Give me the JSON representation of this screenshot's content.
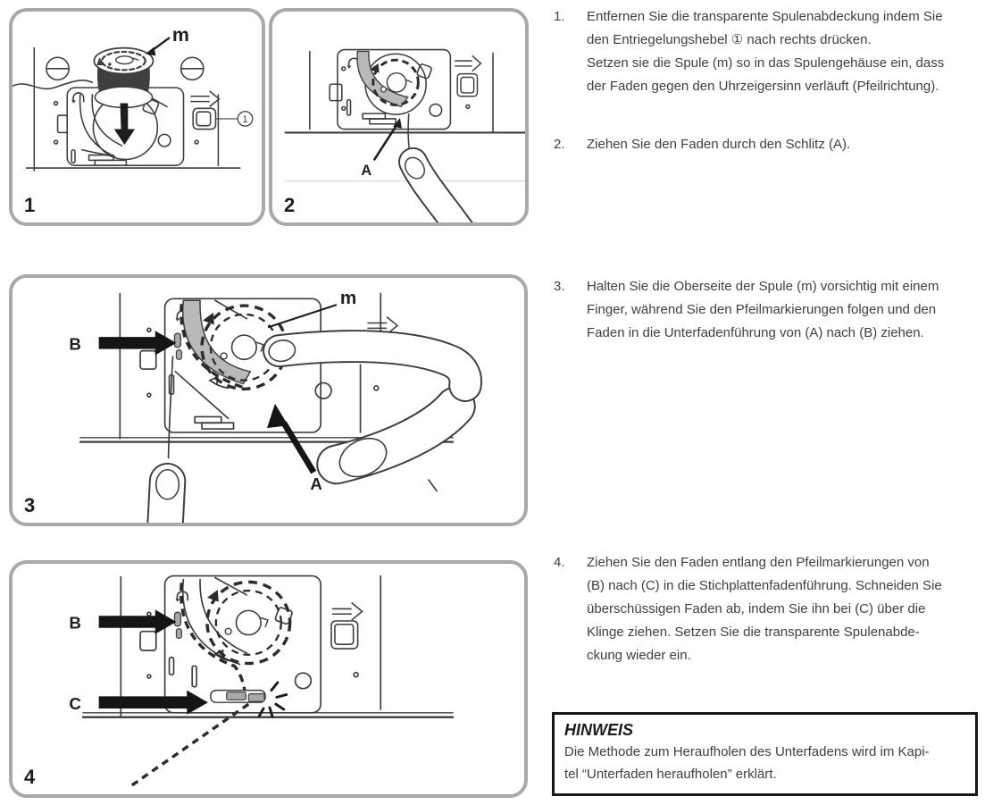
{
  "colors": {
    "panel_border": "#a9a9a9",
    "line_art": "#3d3d3d",
    "channel_gray": "#b9b9b9",
    "arrow_black": "#151515",
    "note_border": "#171717",
    "text": "#3f3f3f"
  },
  "panels": [
    {
      "number": "1",
      "labels": {
        "bobbin": "m",
        "release_lever": "1"
      }
    },
    {
      "number": "2",
      "labels": {
        "slit": "A"
      }
    },
    {
      "number": "3",
      "labels": {
        "bobbin": "m",
        "slit": "A",
        "guide": "B"
      }
    },
    {
      "number": "4",
      "labels": {
        "guide": "B",
        "cutter": "C"
      }
    }
  ],
  "steps": [
    {
      "num": "1.",
      "text": "Entfernen Sie die transparente Spulenabdeckung indem Sie\nden Entriegelungshebel ① nach rechts drücken.\nSetzen sie die Spule (m) so in das Spulengehäuse ein, dass\nder Faden gegen den Uhrzeigersinn verläuft (Pfeilrichtung)."
    },
    {
      "num": "2.",
      "text": "Ziehen Sie den Faden durch den Schlitz (A)."
    },
    {
      "num": "3.",
      "text": "Halten Sie die Oberseite der Spule (m) vorsichtig mit einem\nFinger, während Sie den Pfeilmarkierungen folgen und den\nFaden in die Unterfadenführung von (A) nach (B) ziehen."
    },
    {
      "num": "4.",
      "text": "Ziehen Sie den Faden entlang den Pfeilmarkierungen von\n(B) nach (C) in die Stichplattenfadenführung. Schneiden Sie\nüberschüssigen Faden ab, indem Sie ihn bei (C) über die\nKlinge ziehen. Setzen Sie die transparente Spulenabde-\nckung wieder ein."
    }
  ],
  "note": {
    "title": "HINWEIS",
    "text": "Die Methode zum Heraufholen des Unterfadens wird im Kapi-\ntel “Unterfaden heraufholen” erklärt."
  }
}
